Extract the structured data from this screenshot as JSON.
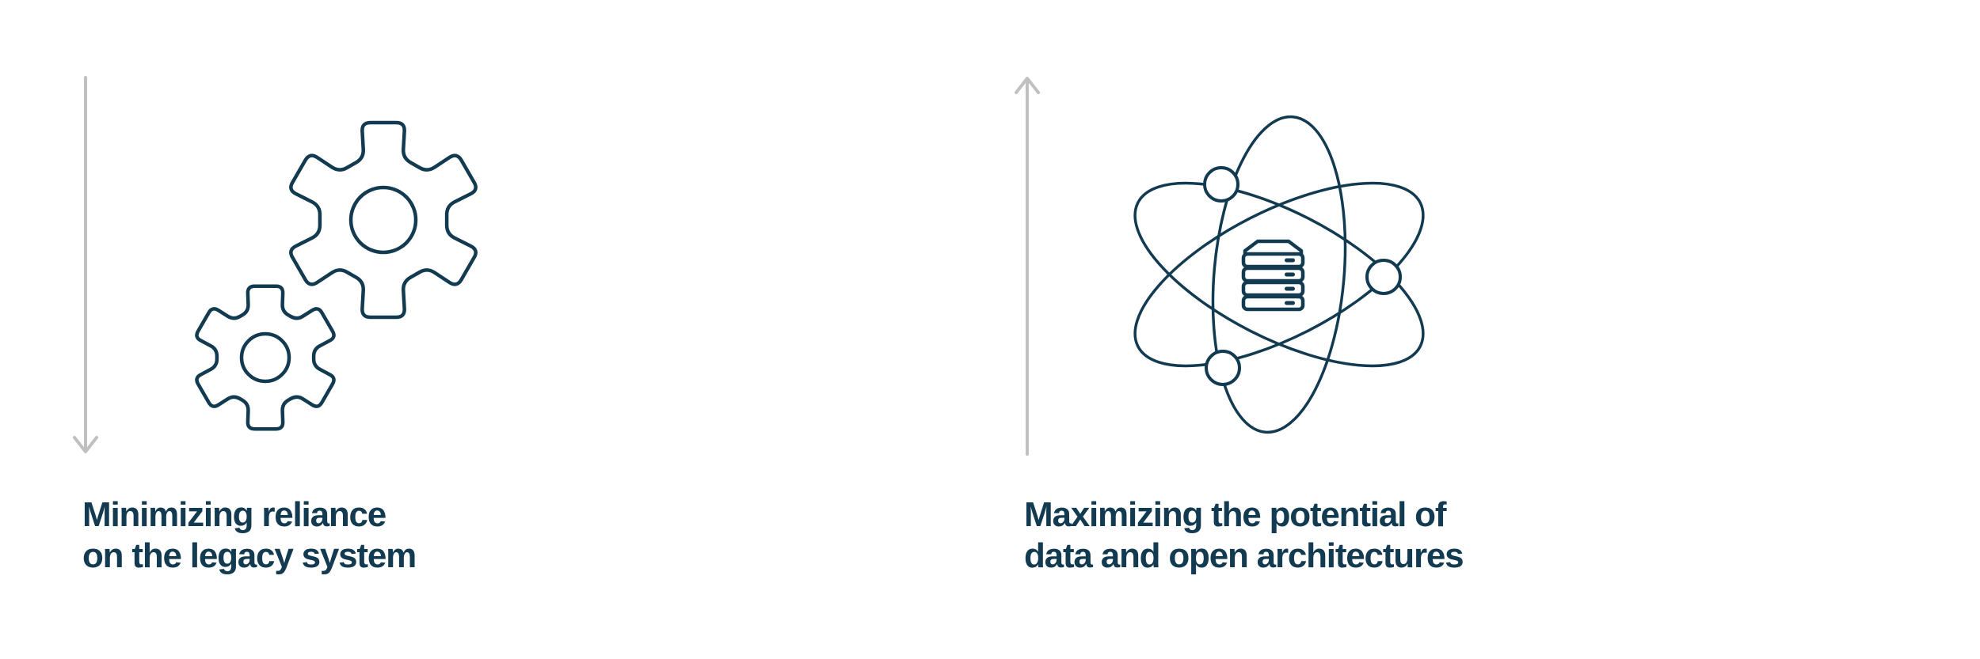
{
  "colors": {
    "ink": "#123A50",
    "arrow": "#C0C0C0",
    "background": "#FFFFFF"
  },
  "panels": {
    "left": {
      "arrow_icon": "arrow-down",
      "icon": "gears",
      "label_line1": "Minimizing reliance",
      "label_line2": "on the legacy system"
    },
    "right": {
      "arrow_icon": "arrow-up",
      "icon": "atom-data",
      "label_line1": "Maximizing the potential of",
      "label_line2": "data and open architectures"
    }
  }
}
